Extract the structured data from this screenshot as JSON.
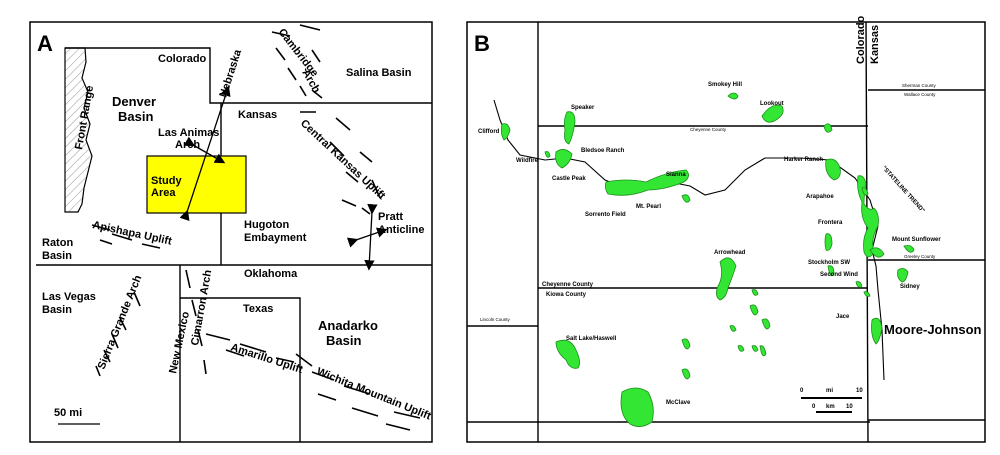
{
  "panel_a": {
    "label": "A",
    "states": {
      "colorado": "Colorado",
      "nebraska": "Nebraska",
      "kansas": "Kansas",
      "oklahoma": "Oklahoma",
      "texas": "Texas",
      "new_mexico": "New Mexico"
    },
    "features": {
      "front_range": "Front Range",
      "denver_basin_1": "Denver",
      "denver_basin_2": "Basin",
      "cambridge_arch_1": "Cambridge",
      "cambridge_arch_2": "Arch",
      "salina_basin": "Salina Basin",
      "las_animas_1": "Las Animas",
      "las_animas_2": "Arch",
      "study_area_1": "Study",
      "study_area_2": "Area",
      "central_kansas_uplift": "Central Kansas Uplift",
      "pratt_anticline_1": "Pratt",
      "pratt_anticline_2": "Anticline",
      "hugoton_1": "Hugoton",
      "hugoton_2": "Embayment",
      "apishapa_uplift": "Apishapa Uplift",
      "raton_basin_1": "Raton",
      "raton_basin_2": "Basin",
      "las_vegas_basin_1": "Las Vegas",
      "las_vegas_basin_2": "Basin",
      "sierra_grande_arch": "Sierra Grande Arch",
      "cimarron_arch": "Cimarron Arch",
      "anadarko_basin_1": "Anadarko",
      "anadarko_basin_2": "Basin",
      "amarillo_uplift": "Amarillo Uplift",
      "wichita_uplift": "Wichita Mountain Uplift"
    },
    "scale": "50 mi",
    "colors": {
      "study_area": "#ffff00"
    }
  },
  "panel_b": {
    "label": "B",
    "states": {
      "colorado": "Colorado",
      "kansas": "Kansas"
    },
    "counties": {
      "cheyenne_top": "Cheyenne County",
      "cheyenne_left": "Cheyenne County",
      "kiowa": "Kiowa County",
      "lincoln": "Lincoln County",
      "sherman": "Sherman County",
      "wallace": "Wallace County",
      "greeley": "Greeley County"
    },
    "trend": "\"STATELINE TREND\"",
    "fields": {
      "smokey_hill": "Smokey Hill",
      "lookout": "Lookout",
      "speaker": "Speaker",
      "clifford": "Clifford",
      "bledsoe_ranch": "Bledsoe Ranch",
      "wildfire": "Wildfire",
      "castle_peak": "Castle Peak",
      "sianna": "Sianna",
      "sorrento_field": "Sorrento Field",
      "mt_pearl": "Mt. Pearl",
      "harker_ranch": "Harker Ranch",
      "arapahoe": "Arapahoe",
      "frontera": "Frontera",
      "mount_sunflower": "Mount Sunflower",
      "arrowhead": "Arrowhead",
      "stockholm_sw": "Stockholm SW",
      "second_wind": "Second Wind",
      "sidney": "Sidney",
      "jace": "Jace",
      "moore_johnson": "Moore-Johnson",
      "salt_lake": "Salt Lake/Haswell",
      "mcclave": "McClave"
    },
    "scale": {
      "mi_zero": "0",
      "mi_label": "mi",
      "mi_ten": "10",
      "km_zero": "0",
      "km_label": "km",
      "km_ten": "10"
    },
    "colors": {
      "field_fill": "#33e633",
      "field_stroke": "#1a8f1a"
    }
  }
}
